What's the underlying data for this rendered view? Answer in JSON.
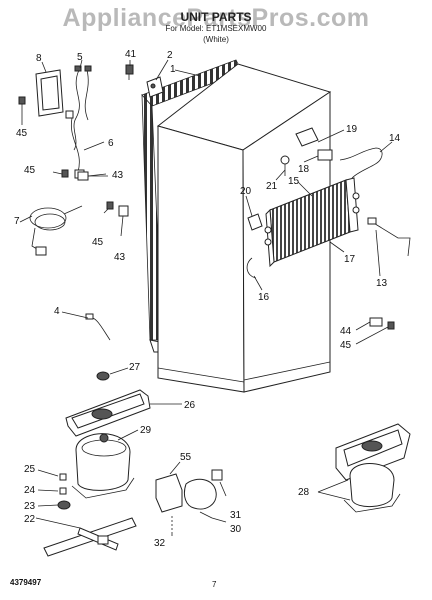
{
  "watermark": "AppliancePartsPros.com",
  "title": "UNIT PARTS",
  "model_line": "For Model: ET1MSEXMW00",
  "color_line": "(White)",
  "document_number": "4379497",
  "page_number": "7",
  "callouts": [
    {
      "id": "c41",
      "text": "41"
    },
    {
      "id": "c2",
      "text": "2"
    },
    {
      "id": "c1",
      "text": "1"
    },
    {
      "id": "c8",
      "text": "8"
    },
    {
      "id": "c5",
      "text": "5"
    },
    {
      "id": "c45a",
      "text": "45"
    },
    {
      "id": "c6",
      "text": "6"
    },
    {
      "id": "c45b",
      "text": "45"
    },
    {
      "id": "c43a",
      "text": "43"
    },
    {
      "id": "c7",
      "text": "7"
    },
    {
      "id": "c45c",
      "text": "45"
    },
    {
      "id": "c43b",
      "text": "43"
    },
    {
      "id": "c19",
      "text": "19"
    },
    {
      "id": "c14",
      "text": "14"
    },
    {
      "id": "c18",
      "text": "18"
    },
    {
      "id": "c21",
      "text": "21"
    },
    {
      "id": "c15",
      "text": "15"
    },
    {
      "id": "c20",
      "text": "20"
    },
    {
      "id": "c17",
      "text": "17"
    },
    {
      "id": "c13",
      "text": "13"
    },
    {
      "id": "c16",
      "text": "16"
    },
    {
      "id": "c4",
      "text": "4"
    },
    {
      "id": "c44",
      "text": "44"
    },
    {
      "id": "c45d",
      "text": "45"
    },
    {
      "id": "c27",
      "text": "27"
    },
    {
      "id": "c26",
      "text": "26"
    },
    {
      "id": "c29",
      "text": "29"
    },
    {
      "id": "c25",
      "text": "25"
    },
    {
      "id": "c24",
      "text": "24"
    },
    {
      "id": "c23",
      "text": "23"
    },
    {
      "id": "c22",
      "text": "22"
    },
    {
      "id": "c55",
      "text": "55"
    },
    {
      "id": "c31",
      "text": "31"
    },
    {
      "id": "c30",
      "text": "30"
    },
    {
      "id": "c32",
      "text": "32"
    },
    {
      "id": "c28",
      "text": "28"
    }
  ]
}
